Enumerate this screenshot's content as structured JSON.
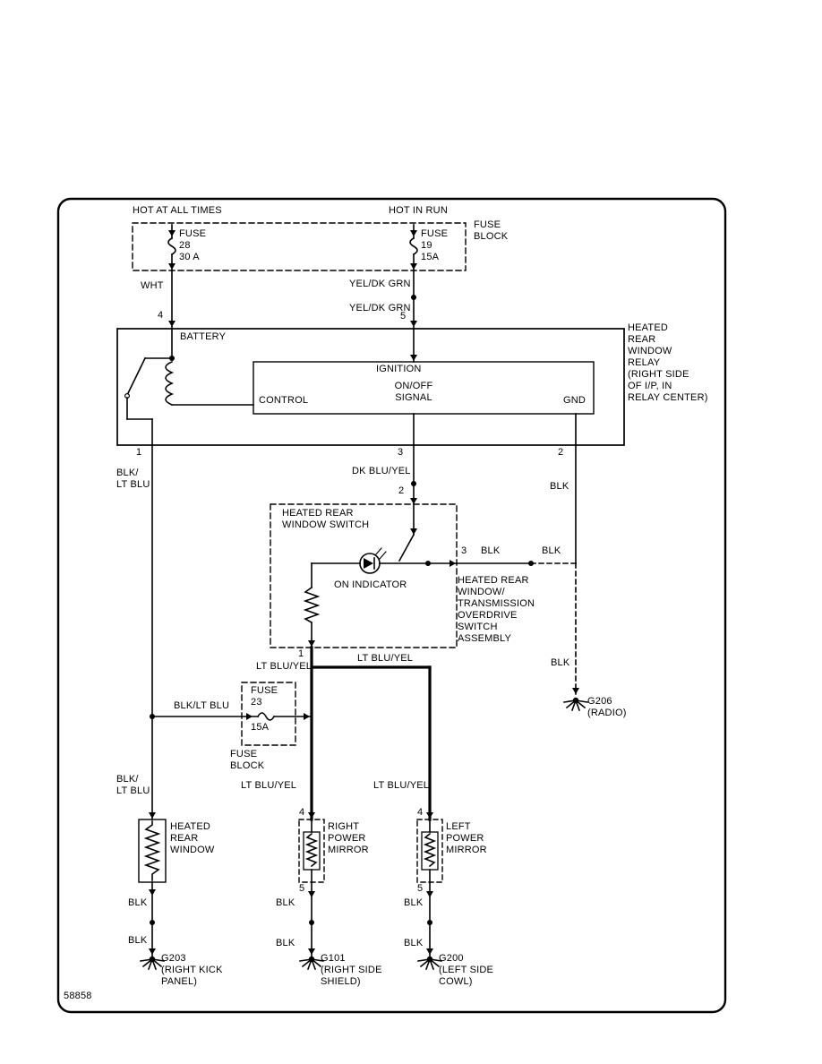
{
  "figure": {
    "number": "58858"
  },
  "feeds": {
    "hot_at_all_times": "HOT AT ALL TIMES",
    "hot_in_run": "HOT IN RUN"
  },
  "fuse_block_top": {
    "label": "FUSE\nBLOCK",
    "fuse_28": "FUSE\n28\n30 A",
    "fuse_19": "FUSE\n19\n15A"
  },
  "relay": {
    "pin_4": "4",
    "pin_5": "5",
    "pin_1": "1",
    "pin_3": "3",
    "pin_2": "2",
    "battery": "BATTERY",
    "ignition": "IGNITION",
    "on_off_signal": "ON/OFF\nSIGNAL",
    "control": "CONTROL",
    "gnd": "GND",
    "name": "HEATED\nREAR\nWINDOW\nRELAY\n(RIGHT SIDE\nOF I/P, IN\nRELAY CENTER)"
  },
  "switch": {
    "title": "HEATED REAR\nWINDOW SWITCH",
    "pin_2": "2",
    "pin_3": "3",
    "pin_1": "1",
    "on_indicator": "ON INDICATOR",
    "assembly": "HEATED REAR\nWINDOW/\nTRANSMISSION\nOVERDRIVE\nSWITCH\nASSEMBLY"
  },
  "fuse_23": {
    "fuse": "FUSE\n23",
    "rating": "15A",
    "block": "FUSE\nBLOCK"
  },
  "wire_labels": {
    "wht": "WHT",
    "yel_dk_grn_a": "YEL/DK GRN",
    "yel_dk_grn_b": "YEL/DK GRN",
    "blk_lt_blu_upper": "BLK/\nLT BLU",
    "dk_blu_yel": "DK BLU/YEL",
    "blk_relay_gnd": "BLK",
    "blk_switch_a": "BLK",
    "blk_switch_b": "BLK",
    "blk_g206": "BLK",
    "lt_blu_yel_switch": "LT BLU/YEL",
    "lt_blu_yel_branch": "LT BLU/YEL",
    "blk_lt_blu_fuse": "BLK/LT BLU",
    "blk_lt_blu_lower": "BLK/\nLT BLU",
    "lt_blu_yel_right_mirror": "LT BLU/YEL",
    "lt_blu_yel_left_mirror": "LT BLU/YEL",
    "blk_hrw_a": "BLK",
    "blk_hrw_b": "BLK",
    "blk_rpm_a": "BLK",
    "blk_rpm_b": "BLK",
    "blk_lpm_a": "BLK",
    "blk_lpm_b": "BLK"
  },
  "components": {
    "heated_rear_window": "HEATED\nREAR\nWINDOW",
    "right_power_mirror": "RIGHT\nPOWER\nMIRROR",
    "left_power_mirror": "LEFT\nPOWER\nMIRROR",
    "rpm_pin_4": "4",
    "rpm_pin_5": "5",
    "lpm_pin_4": "4",
    "lpm_pin_5": "5"
  },
  "grounds": {
    "g206": "G206\n(RADIO)",
    "g203": "G203\n(RIGHT KICK\nPANEL)",
    "g101": "G101\n(RIGHT SIDE\nSHIELD)",
    "g200": "G200\n(LEFT SIDE\nCOWL)"
  }
}
